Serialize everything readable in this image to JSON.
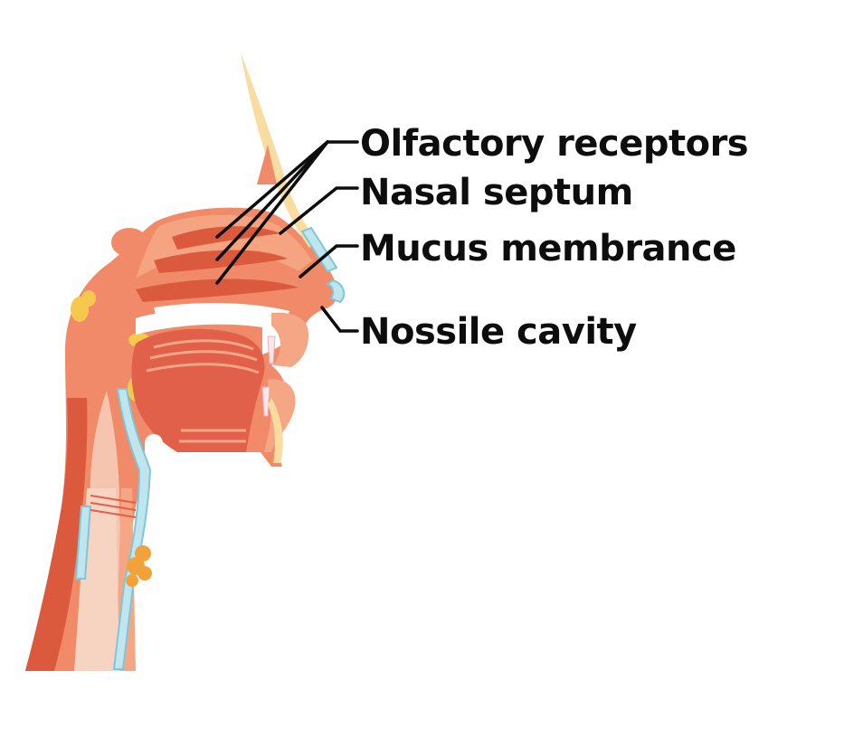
{
  "labels": {
    "olfactory_receptors": "Olfactory receptors",
    "nasal_septum": "Nasal septum",
    "mucus_membrance": "Mucus membrance",
    "nossile_cavity": "Nossile cavity"
  },
  "colors": {
    "tissue": "#f08a68",
    "tissue_light": "#f5a684",
    "tissue_dark": "#db5a3e",
    "muscle": "#e0604a",
    "cartilage_blue": "#bfe6ef",
    "cartilage_outline": "#7fc6d6",
    "fat_yellow": "#f6c94e",
    "bone_cream": "#f8dca0",
    "gland_orange": "#f2a23a",
    "line": "#0d0d0d"
  }
}
